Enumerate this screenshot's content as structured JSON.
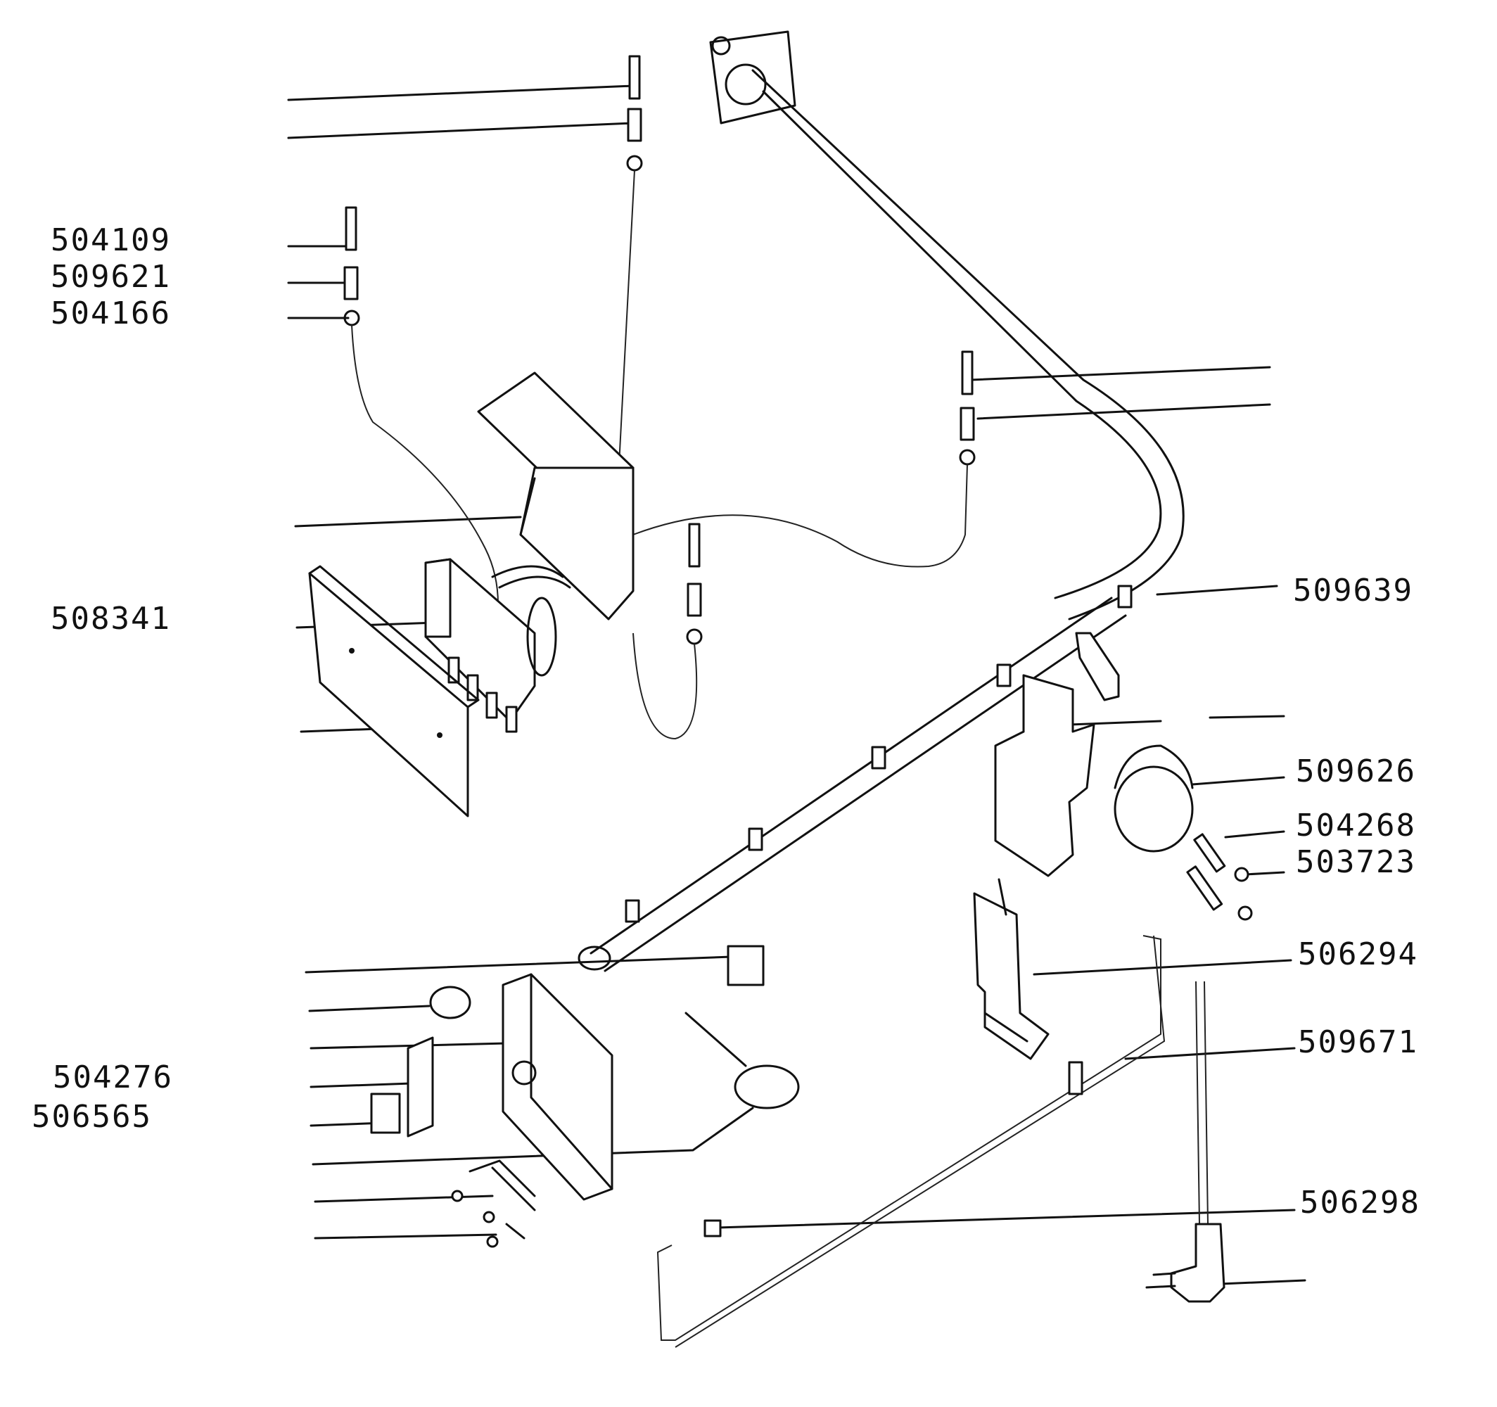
{
  "diagram": {
    "part_numbers": {
      "p504109": "504109",
      "p509621": "509621",
      "p504166": "504166",
      "p508341": "508341",
      "p504276": "504276",
      "p506565": "506565",
      "p509639": "509639",
      "p509626": "509626",
      "p504268": "504268",
      "p503723": "503723",
      "p506294": "506294",
      "p509671": "509671",
      "p506298": "506298"
    }
  },
  "colors": {
    "ink": "#111111",
    "paper": "#ffffff"
  }
}
